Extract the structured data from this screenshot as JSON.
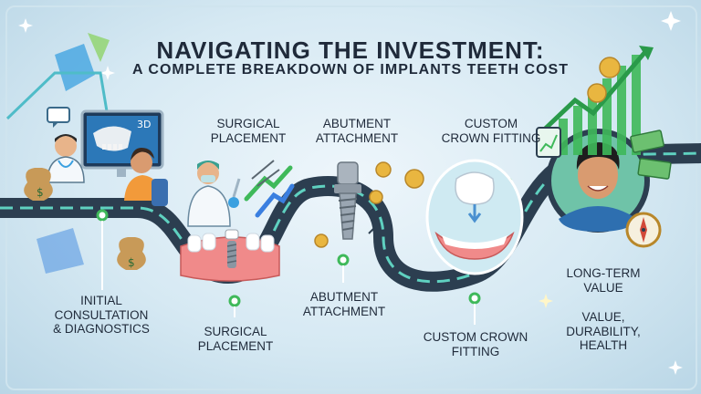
{
  "title": "NAVIGATING THE INVESTMENT:",
  "subtitle": "A COMPLETE BREAKDOWN OF IMPLANTS TEETH COST",
  "monitor_text": "3D",
  "labels": {
    "surgical_top": [
      "SURGICAL",
      "PLACEMENT"
    ],
    "abutment_top": [
      "ABUTMENT",
      "ATTACHMENT"
    ],
    "crown_top": [
      "CUSTOM",
      "CROWN FITTING"
    ],
    "initial_bottom": [
      "INITIAL",
      "CONSULTATION",
      "& DIAGNOSTICS"
    ],
    "surgical_bottom": [
      "SURGICAL",
      "PLACEMENT"
    ],
    "abutment_bottom": [
      "ABUTMENT",
      "ATTACHMENT"
    ],
    "crown_bottom": [
      "CUSTOM CROWN",
      "FITTING"
    ],
    "longterm": [
      "LONG-TERM",
      "VALUE"
    ],
    "value": [
      "VALUE,",
      "DURABILITY,",
      "HEALTH"
    ]
  },
  "colors": {
    "road": "#2c3e50",
    "road_line": "#5fd1c0",
    "green": "#3fb95a",
    "gold": "#e9b640",
    "gum": "#f08a8a",
    "teal": "#39b6b0"
  },
  "icons": [
    "money-bag-icon",
    "coin-icon",
    "growth-arrow-icon",
    "compass-icon",
    "sparkle-icon",
    "dollar-bill-icon"
  ]
}
